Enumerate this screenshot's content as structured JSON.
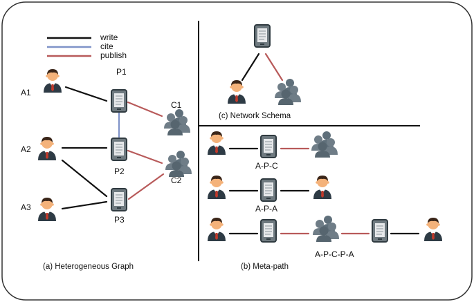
{
  "legend": {
    "write": {
      "label": "write",
      "color": "#111111"
    },
    "cite": {
      "label": "cite",
      "color": "#7f93c8"
    },
    "publish": {
      "label": "publish",
      "color": "#b85a5a"
    }
  },
  "graph": {
    "authors": [
      "A1",
      "A2",
      "A3"
    ],
    "papers": [
      "P1",
      "P2",
      "P3"
    ],
    "conferences": [
      "C1",
      "C2"
    ],
    "caption": "(a) Heterogeneous Graph"
  },
  "schema": {
    "caption": "(c) Network Schema"
  },
  "metapath": {
    "paths": [
      "A-P-C",
      "A-P-A",
      "A-P-C-P-A"
    ],
    "caption": "(b) Meta-path"
  },
  "colors": {
    "doc_outline": "#2f3a40",
    "doc_fill": "#6f7a80",
    "doc_screen": "#e6e8ea",
    "person_skin": "#f4b27a",
    "person_hair": "#3a2518",
    "person_suit": "#2e3b45",
    "tie": "#c0392b",
    "group_fill": "#5f6f7a",
    "frame": "#333333"
  }
}
